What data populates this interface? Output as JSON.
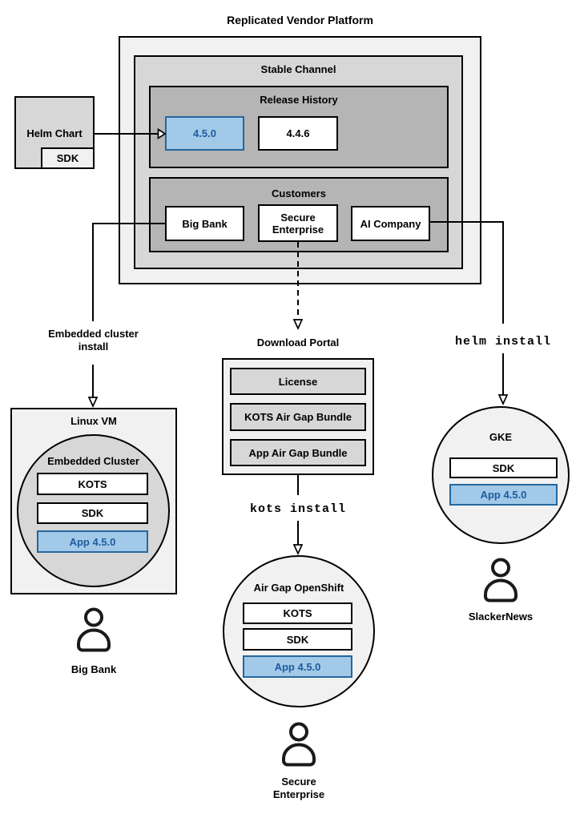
{
  "title": "Replicated Vendor Platform",
  "platform": {
    "stable_channel": {
      "label": "Stable Channel",
      "release_history": {
        "label": "Release History",
        "releases": [
          {
            "version": "4.5.0",
            "highlighted": true
          },
          {
            "version": "4.4.6",
            "highlighted": false
          }
        ]
      },
      "customers": {
        "label": "Customers",
        "items": [
          "Big Bank",
          "Secure Enterprise",
          "AI Company"
        ]
      }
    }
  },
  "helm_chart": {
    "label": "Helm Chart",
    "sdk_label": "SDK"
  },
  "flows": {
    "big_bank": {
      "arrow_label": "Embedded cluster install",
      "host": "Linux VM",
      "cluster": "Embedded Cluster",
      "components": [
        "KOTS",
        "SDK",
        "App 4.5.0"
      ],
      "user": "Big Bank"
    },
    "secure_enterprise": {
      "portal": {
        "label": "Download Portal",
        "items": [
          "License",
          "KOTS Air Gap Bundle",
          "App Air Gap Bundle"
        ]
      },
      "command": "kots install",
      "cluster": "Air Gap OpenShift",
      "components": [
        "KOTS",
        "SDK",
        "App 4.5.0"
      ],
      "user": "Secure Enterprise"
    },
    "ai_company": {
      "command": "helm install",
      "cluster": "GKE",
      "components": [
        "SDK",
        "App 4.5.0"
      ],
      "user": "SlackerNews"
    }
  },
  "colors": {
    "outer_fill": "#f1f1f1",
    "mid_fill": "#d7d7d7",
    "inner_fill": "#b5b5b5",
    "highlight_fill": "#a3c9e9",
    "highlight_border": "#24679e",
    "highlight_text": "#1c5c9e",
    "line": "#000000"
  }
}
